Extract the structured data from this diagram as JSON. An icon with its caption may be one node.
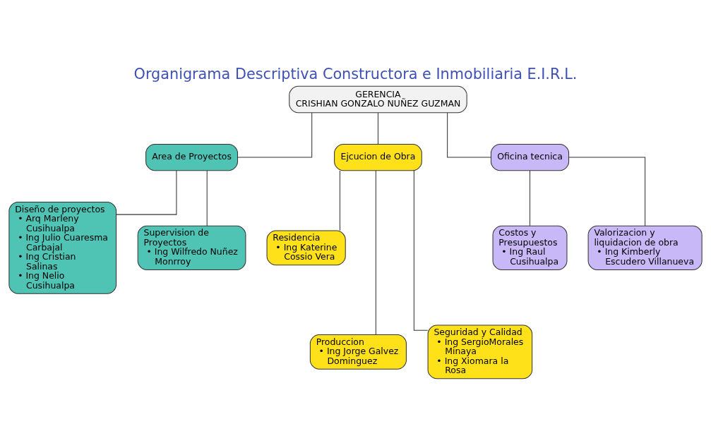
{
  "diagram": {
    "title": "Organigrama Descriptiva Constructora e Inmobiliaria E.I.R.L.",
    "nodes": [
      {
        "text": [
          "GERENCIA",
          "CRISHIAN GONZALO NUÑEZ GUZMAN"
        ]
      },
      {
        "text": [
          "Area de Proyectos"
        ]
      },
      {
        "text": [
          "Ejcucion de Obra"
        ]
      },
      {
        "text": [
          "Oficina tecnica"
        ]
      },
      {
        "text": [
          "Diseño de proyectos",
          "• Arq Marleny Cusihualpa",
          "• Ing Julio Cuaresma Carbajal",
          "• Ing Cristian Salinas",
          "• Ing Nelio Cusihualpa"
        ]
      },
      {
        "text": [
          "Supervision de Proyectos",
          "• Ing Wilfredo Nuñez Monrroy"
        ]
      },
      {
        "text": [
          "Residencia",
          "• Ing Katerine Cossio Vera"
        ]
      },
      {
        "text": [
          "Produccion",
          "• Ing Jorge Galvez Dominguez"
        ]
      },
      {
        "text": [
          "Seguridad y Calidad",
          "• Ing SergioMorales Minaya",
          "• Ing Xiomara la Rosa"
        ]
      },
      {
        "text": [
          "Costos y Presupuestos",
          "• Ing Raul Cusihualpa"
        ]
      },
      {
        "text": [
          "Valorizacion y liquidacion de obra",
          "• Ing Kimberly Escudero Villanueva"
        ]
      }
    ],
    "edges": [
      {
        "from": 0,
        "to": 1,
        "arrow": "none"
      },
      {
        "from": 0,
        "to": 2,
        "arrow": "none"
      },
      {
        "from": 0,
        "to": 3,
        "arrow": "none"
      },
      {
        "from": 1,
        "to": 4,
        "arrow": "none"
      },
      {
        "from": 1,
        "to": 5,
        "arrow": "none"
      },
      {
        "from": 2,
        "to": 6,
        "arrow": "none"
      },
      {
        "from": 2,
        "to": 7,
        "arrow": "none"
      },
      {
        "from": 2,
        "to": 8,
        "arrow": "none"
      },
      {
        "from": 3,
        "to": 9,
        "arrow": "none"
      },
      {
        "from": 3,
        "to": 10,
        "arrow": "none"
      }
    ]
  }
}
